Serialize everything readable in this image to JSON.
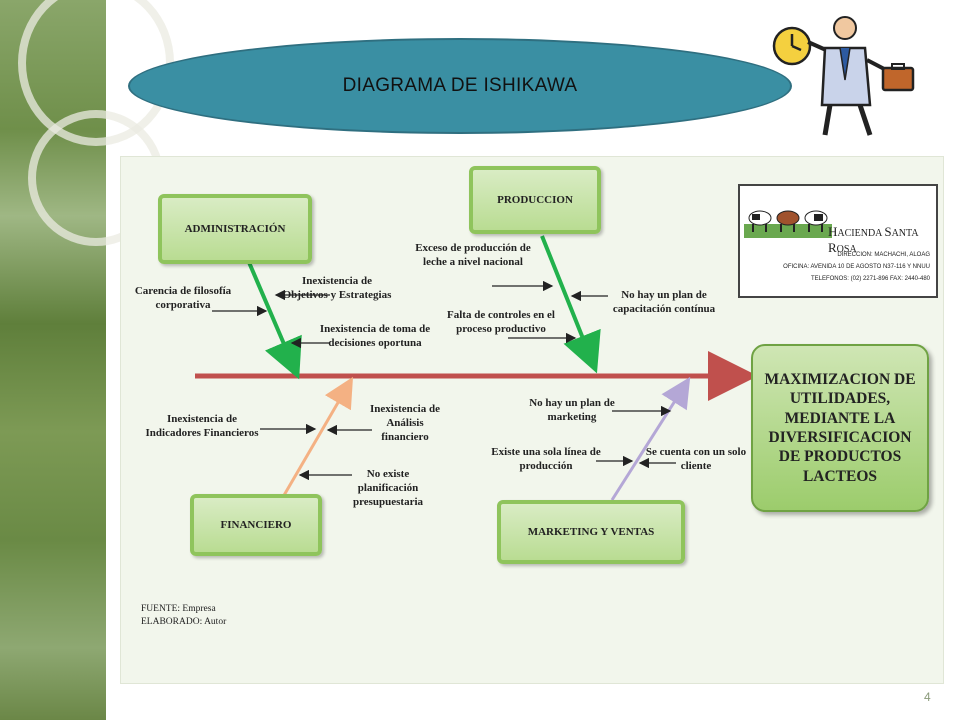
{
  "title": "DIAGRAMA DE ISHIKAWA",
  "categories": {
    "administracion": "ADMINISTRACIÓN",
    "produccion": "PRODUCCION",
    "financiero": "FINANCIERO",
    "marketing": "MARKETING Y VENTAS"
  },
  "effect": "MAXIMIZACION DE UTILIDADES, MEDIANTE LA DIVERSIFICACION DE PRODUCTOS LACTEOS",
  "causes": {
    "carencia": "Carencia de filosofía corporativa",
    "objetivos": "Inexistencia de Objetivos y Estrategias",
    "decisiones": "Inexistencia de toma de decisiones oportuna",
    "exceso": "Exceso de producción de leche a nivel nacional",
    "controles": "Falta de controles en el proceso productivo",
    "capacitacion": "No hay un plan de capacitación contínua",
    "indicadores": "Inexistencia de Indicadores Financieros",
    "analisis": "Inexistencia de Análisis financiero",
    "planificacion": "No existe planificación presupuestaria",
    "plan_marketing": "No hay un plan de marketing",
    "linea": "Existe una sola línea de producción",
    "cliente": "Se cuenta con un solo cliente"
  },
  "logo": {
    "name_first_initial": "H",
    "name_first_rest": "ACIENDA",
    "name_second_initial": "S",
    "name_second_rest": "ANTA",
    "name_third_initial": "R",
    "name_third_rest": "OSA",
    "direccion": "DIRECCION: MACHACHI, ALOAG",
    "oficina": "OFICINA: AVENIDA 10 DE AGOSTO N37-116 Y NNUU",
    "telefonos": "TELEFONOS: (02) 2271-896  FAX: 2440-480"
  },
  "source": {
    "fuente": "FUENTE: Empresa",
    "elaborado": "ELABORADO: Autor"
  },
  "page_number": "4",
  "colors": {
    "spine": "#c0504d",
    "admin_bone": "#22b14c",
    "prod_bone": "#22b14c",
    "fin_bone": "#f4b183",
    "mkt_bone": "#b4a7d6",
    "title_fill": "#3a8fa3",
    "box_border": "#8fc45c"
  },
  "icons": [
    "businessman-clock-briefcase-icon",
    "cows-icon"
  ]
}
